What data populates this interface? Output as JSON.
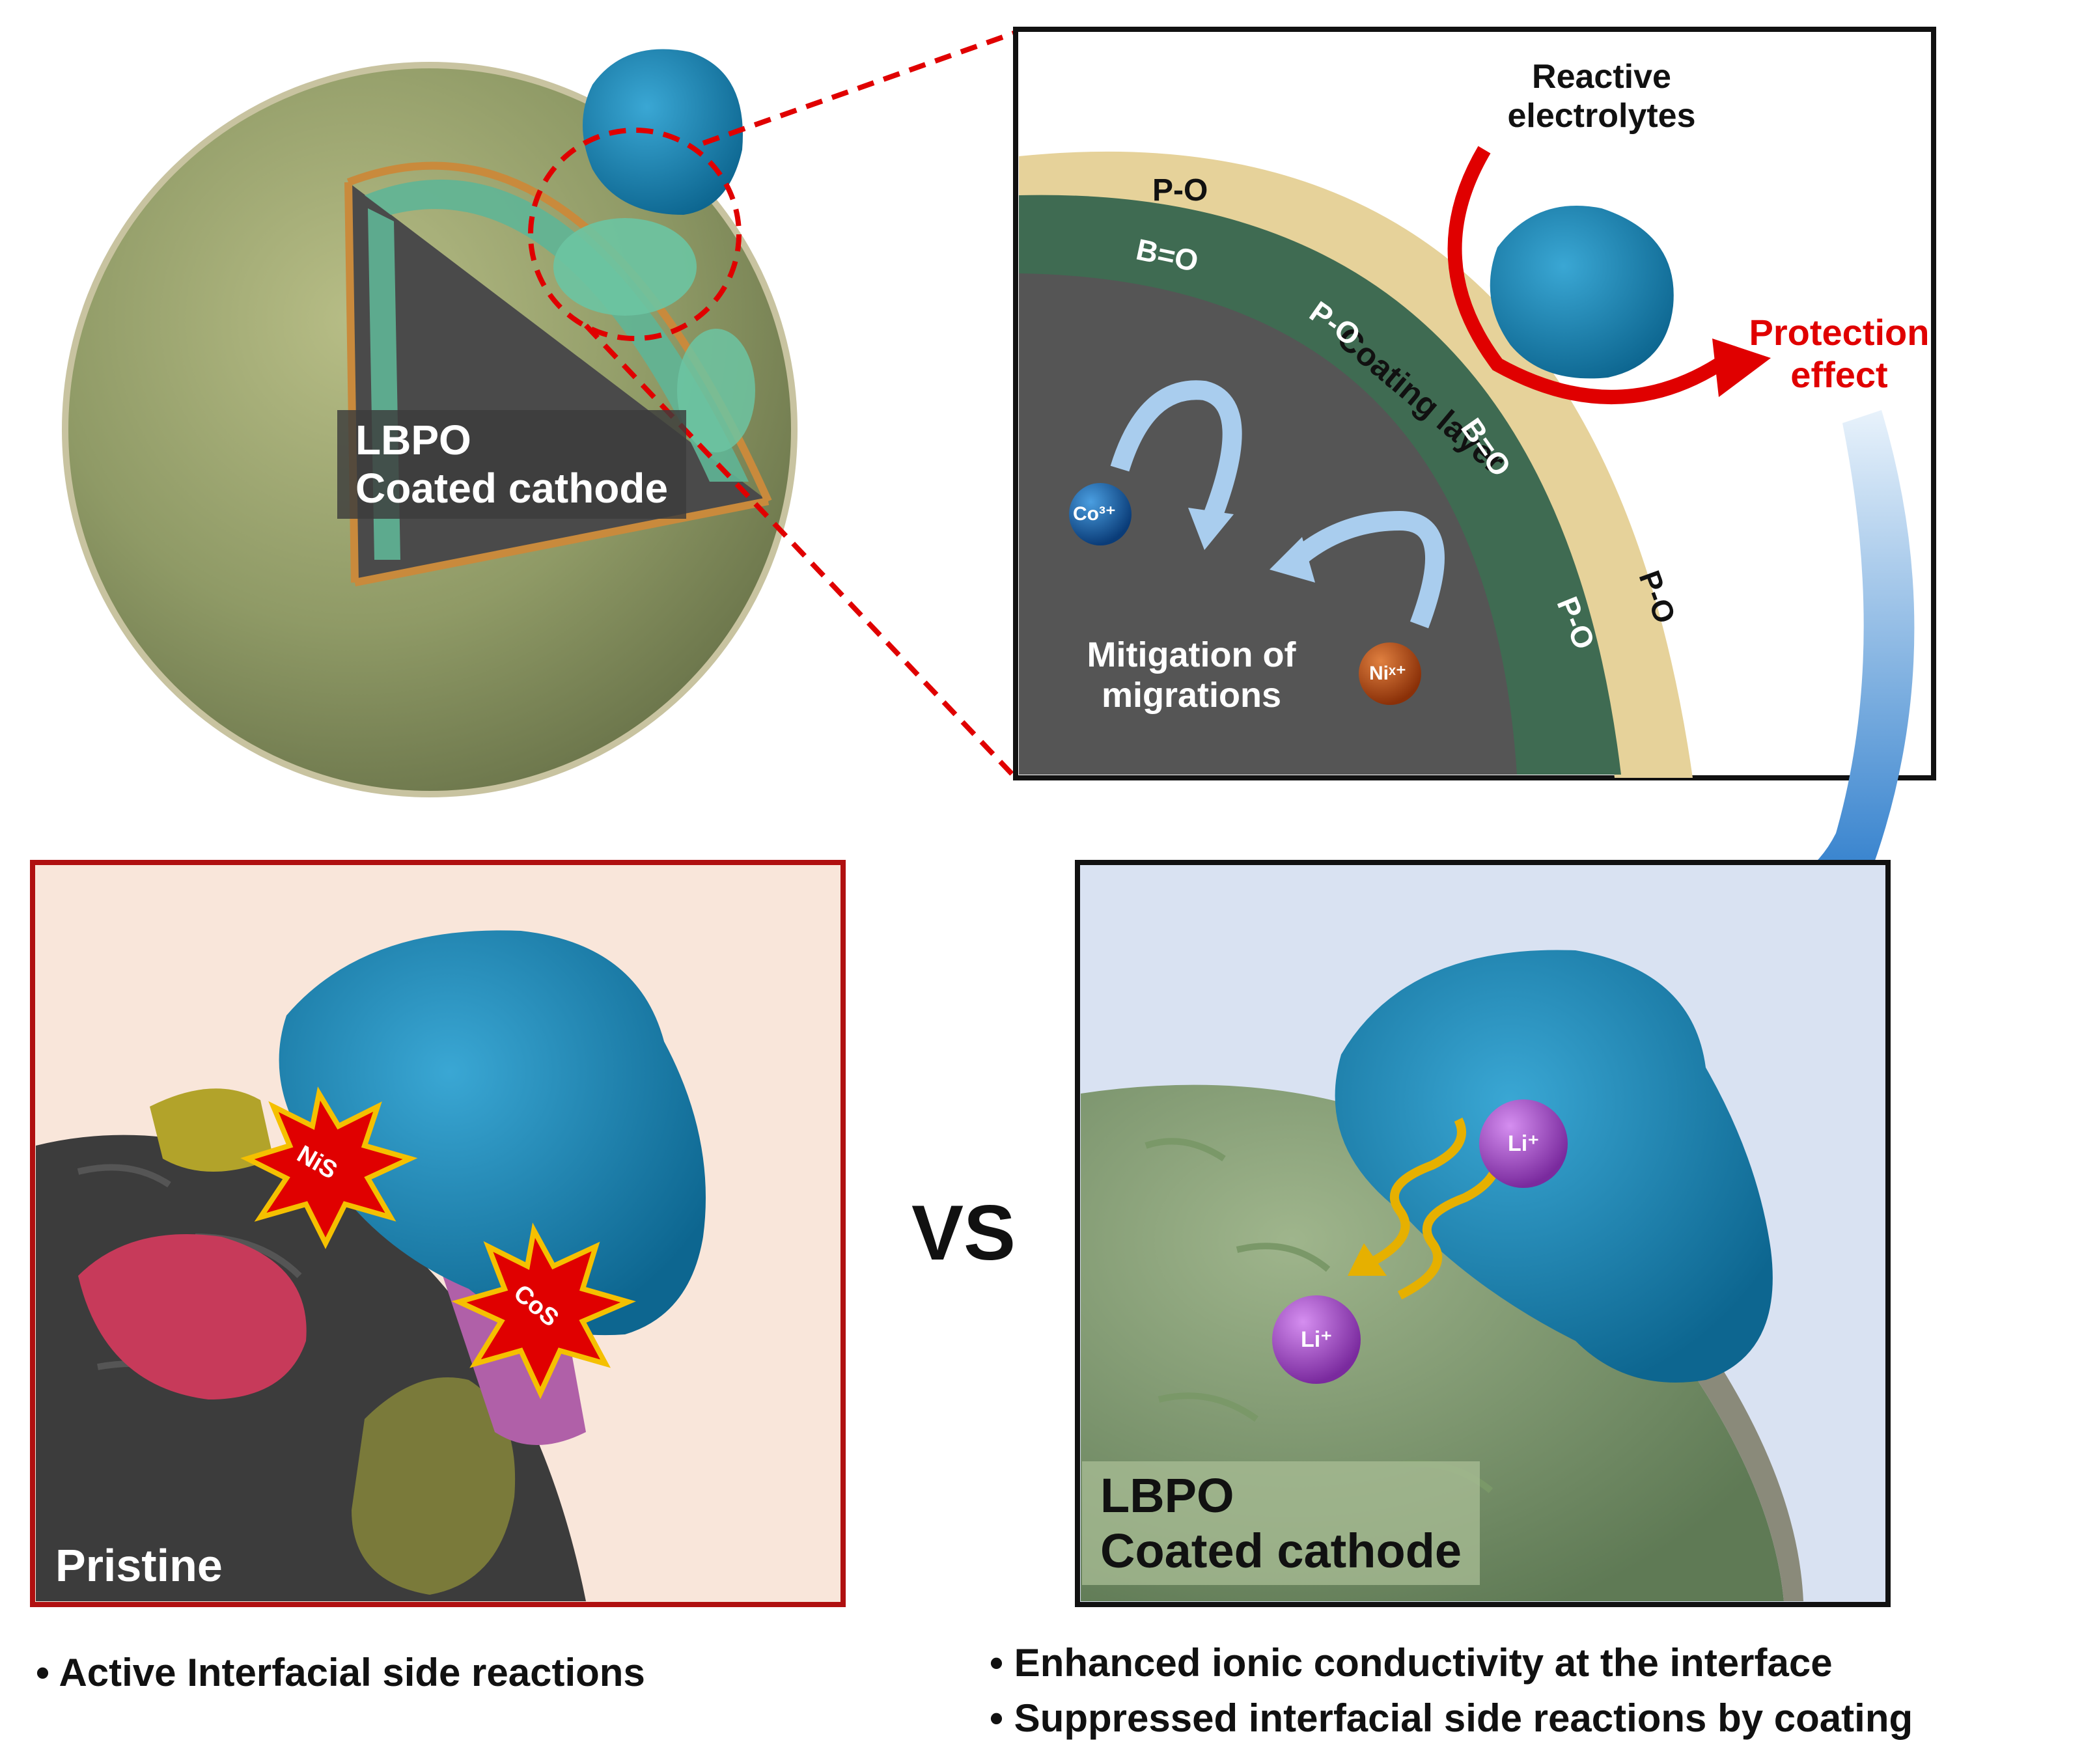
{
  "top_left": {
    "label_line1": "LBPO",
    "label_line2": "Coated cathode"
  },
  "inset": {
    "reactive_label_line1": "Reactive",
    "reactive_label_line2": "electrolytes",
    "protection_line1": "Protection",
    "protection_line2": "effect",
    "coating_layer": "Coating layer",
    "bond_po": "P-O",
    "bond_bo": "B=O",
    "mitigation_line1": "Mitigation of",
    "mitigation_line2": "migrations",
    "co_ion": "Co³⁺",
    "ni_ion": "Niˣ⁺"
  },
  "pristine_panel": {
    "label": "Pristine",
    "nis": "NiS",
    "cos": "CoS",
    "bullet": "• Active Interfacial side reactions"
  },
  "vs": "VS",
  "coated_panel": {
    "label_line1": "LBPO",
    "label_line2": "Coated cathode",
    "li_ion": "Li⁺",
    "bullet1": "• Enhanced ionic conductivity at the interface",
    "bullet2": "• Suppressed interfacial side reactions by coating"
  },
  "colors": {
    "electrolyte": "#1a86b5",
    "coating": "#e6d29a",
    "cathode_green": "#3f6b52",
    "arrow_red": "#e00000",
    "pristine_border": "#b01010",
    "pristine_bg": "#f9e6da",
    "coated_bg": "#d9e2f2",
    "li_purple": "#9a3fc0"
  }
}
